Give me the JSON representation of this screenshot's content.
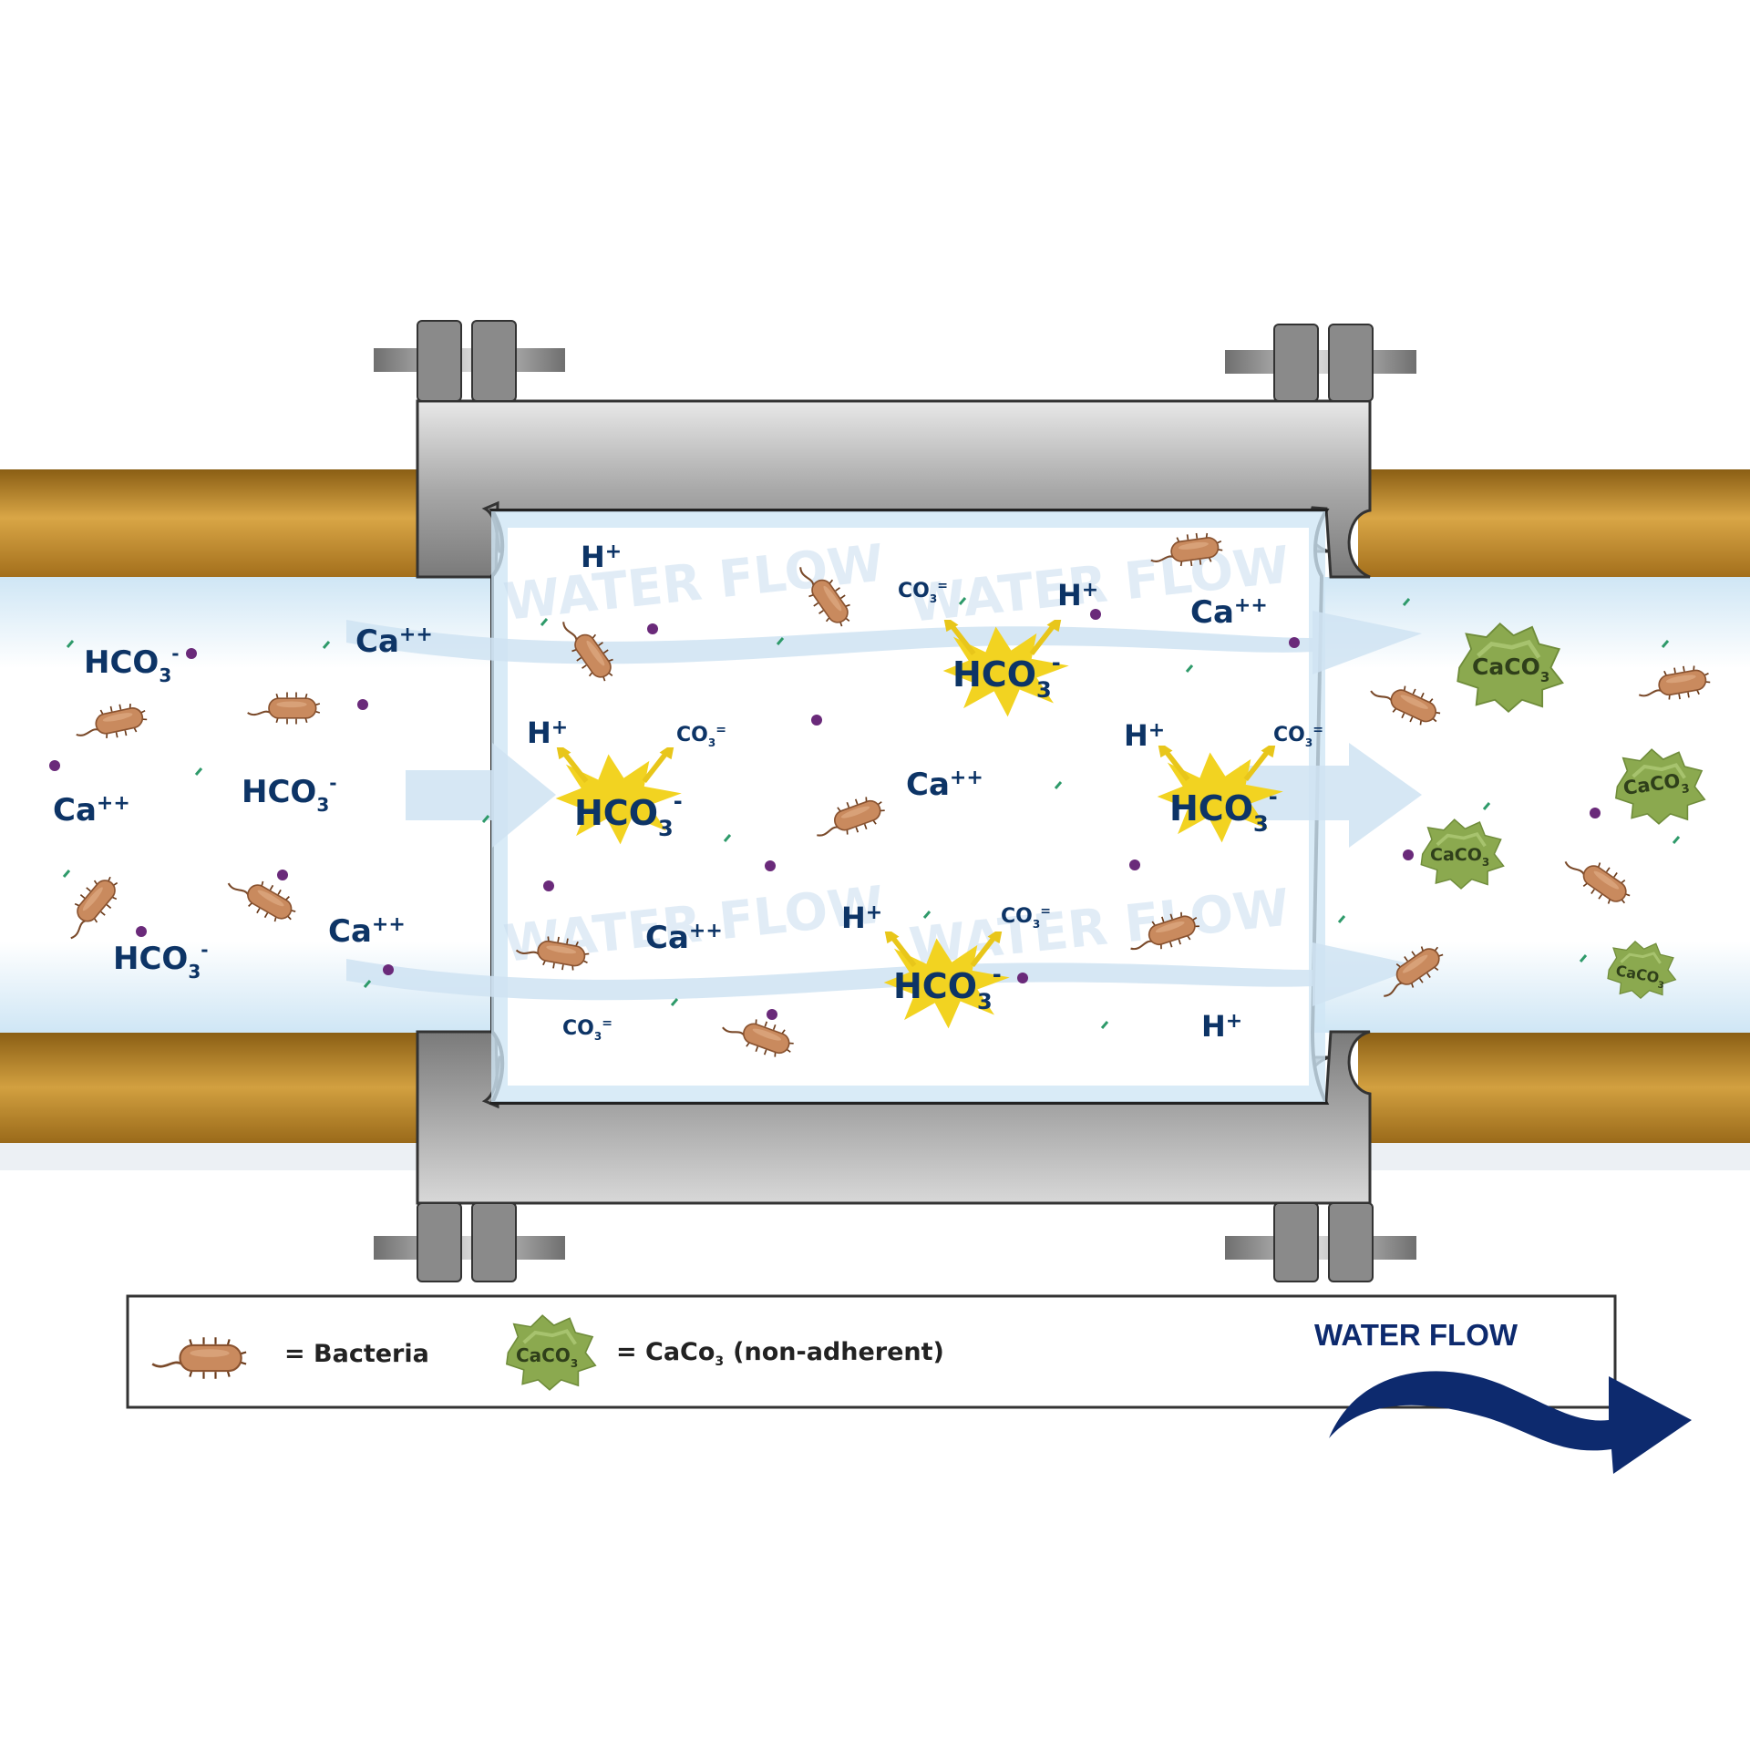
{
  "labels": {
    "hco3": "HCO",
    "ca": "Ca",
    "h": "H",
    "co3": "CO",
    "caco3": "CaCO",
    "sub3": "3",
    "sup_minus": "-",
    "sup_plus": "+",
    "sup_plusplus": "++",
    "sup_eq": "=",
    "watermark": "WATER FLOW"
  },
  "legend": {
    "bacteria_label": "= Bacteria",
    "caco_label": "= CaCo",
    "caco_sub": "3",
    "caco_note": "(non-adherent)"
  },
  "flow": {
    "label": "WATER FLOW"
  },
  "colors": {
    "pipe_copper": "#b5832a",
    "fitting_gray": "#9a9a9a",
    "water_blue": "#d9ecf8",
    "ion_text": "#0d3466",
    "burst_yellow": "#f2d321",
    "bacteria": "#c98a5e",
    "caco3_green": "#8ba94f",
    "arrow_navy": "#0d2a6e",
    "dot_purple": "#6a2a7a"
  },
  "icons": [
    "bacteria-icon",
    "caco3-particle-icon",
    "water-flow-arrow-icon",
    "reaction-burst-icon",
    "bolt-icon"
  ]
}
